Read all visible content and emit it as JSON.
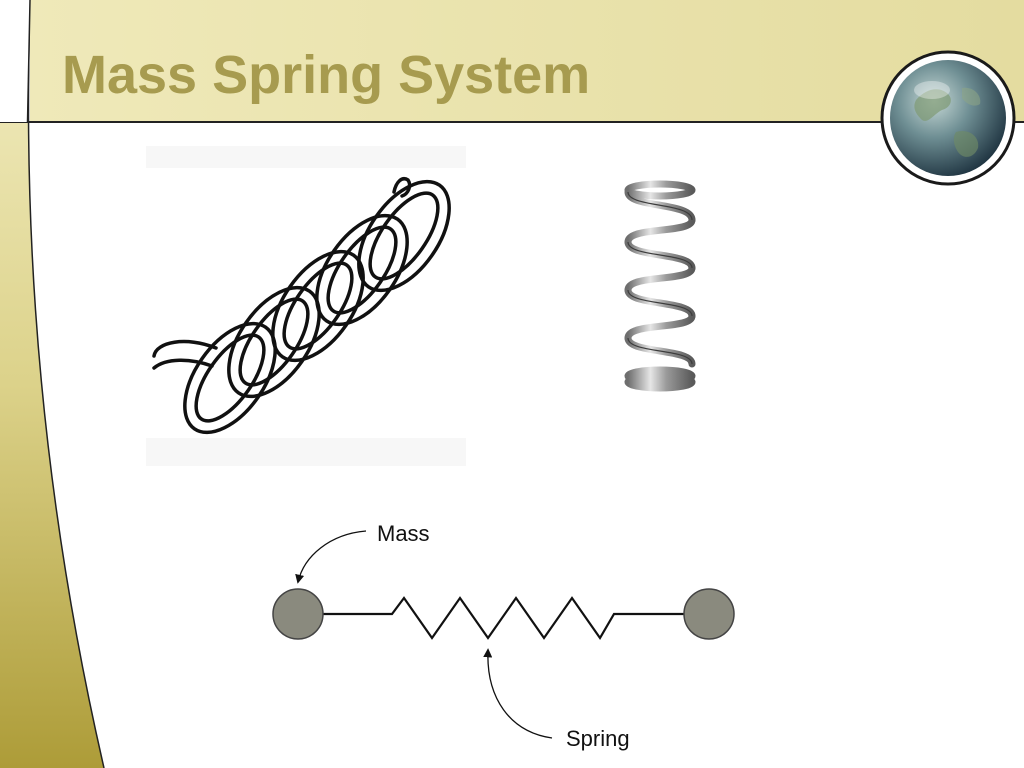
{
  "slide": {
    "title": "Mass Spring System"
  },
  "diagram": {
    "mass_label": "Mass",
    "spring_label": "Spring"
  },
  "images": {
    "drawn_spring": "line-drawing-coil-spring",
    "metal_spring": "photo-metal-compression-spring",
    "globe": "earth-globe-icon"
  },
  "colors": {
    "title": "#a79b4f",
    "header_band": "#ece7b5",
    "left_band_top": "#efe9b8",
    "left_band_bottom": "#b3a23c",
    "mass_fill": "#8a8a7e"
  }
}
